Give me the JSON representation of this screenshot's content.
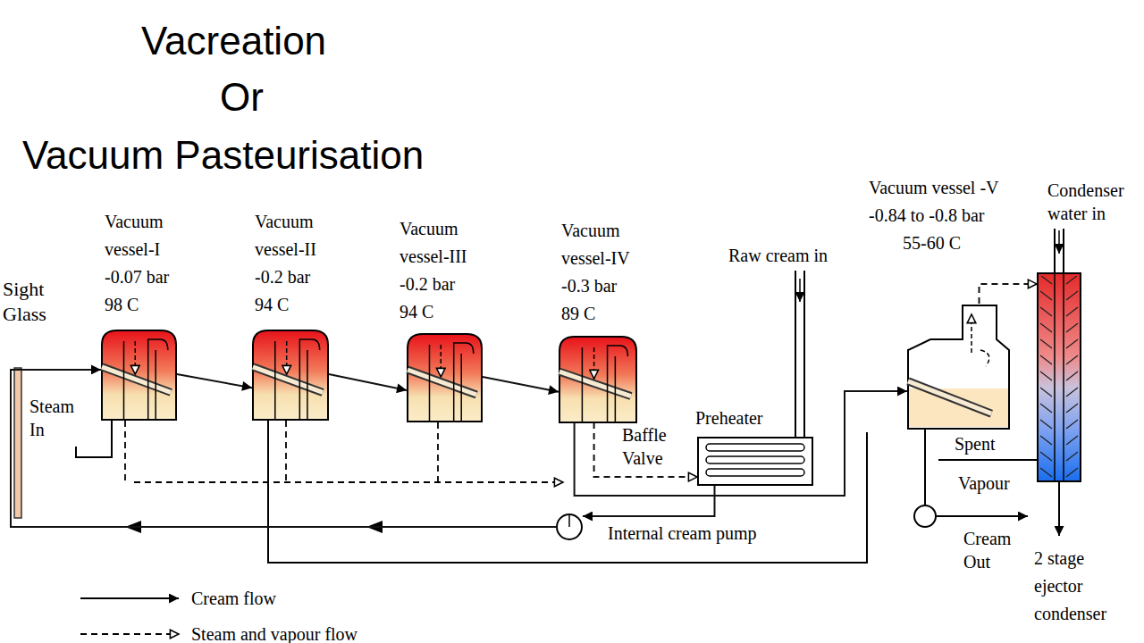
{
  "diagram": {
    "title": "Vacreation",
    "nodes": [
      {
        "text": [
          "Vacuum vessel-I",
          "-0.07 bar",
          "98 C"
        ]
      },
      {
        "text": [
          "Vacuum vessel-II",
          "-0.2 bar",
          "94 C"
        ]
      },
      {
        "text": [
          "Vacuum vessel-III",
          "-0.2 bar",
          "94 C"
        ]
      },
      {
        "text": [
          "Vacuum vessel-IV",
          "-0.3 bar",
          "89 C"
        ]
      },
      {
        "text": [
          "Preheater"
        ]
      },
      {
        "text": [
          "Internal cream pump"
        ]
      },
      {
        "text": [
          "Vacuum vessel -V",
          "-0.84 to -0.8 bar",
          "55-60 C"
        ]
      },
      {
        "text": [
          "Condenser water in",
          "2 stage ejector condenser"
        ]
      }
    ],
    "edges": [
      {
        "from": 0,
        "to": 1,
        "arrow": "to"
      },
      {
        "from": 1,
        "to": 2,
        "arrow": "to"
      },
      {
        "from": 2,
        "to": 3,
        "arrow": "to"
      },
      {
        "from": 3,
        "to": 6,
        "arrow": "to"
      },
      {
        "from": 3,
        "to": 4,
        "arrow": "to"
      },
      {
        "from": 4,
        "to": 5,
        "arrow": "to"
      },
      {
        "from": 5,
        "to": 0,
        "arrow": "to"
      },
      {
        "from": 6,
        "to": 7,
        "arrow": "to"
      }
    ],
    "labels": [
      "Or",
      "Vacuum Pasteurisation",
      "Sight Glass",
      "Steam In",
      "Baffle Valve",
      "Raw cream in",
      "Spent",
      "Vapour",
      "Cream Out"
    ],
    "legend": [
      {
        "text": "Cream flow"
      },
      {
        "text": "Steam and vapour flow"
      }
    ]
  }
}
